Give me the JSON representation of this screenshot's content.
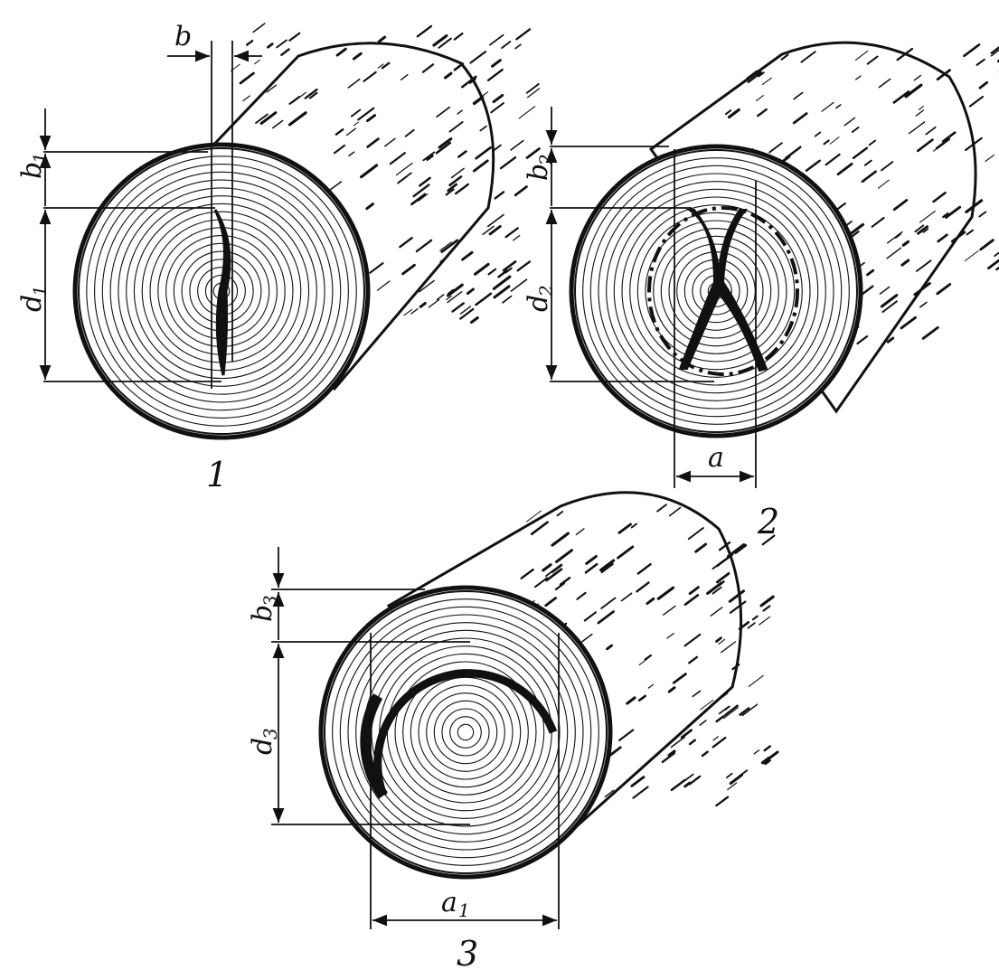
{
  "figures": [
    {
      "id": "1",
      "number": "1",
      "labels": {
        "top": "b",
        "upper": "b",
        "upper_sub": "1",
        "lower": "d",
        "lower_sub": "1"
      }
    },
    {
      "id": "2",
      "number": "2",
      "labels": {
        "upper": "b",
        "upper_sub": "2",
        "lower": "d",
        "lower_sub": "2",
        "bottom": "a"
      }
    },
    {
      "id": "3",
      "number": "3",
      "labels": {
        "upper": "b",
        "upper_sub": "3",
        "lower": "d",
        "lower_sub": "3",
        "bottom": "a",
        "bottom_sub": "1"
      }
    }
  ],
  "colors": {
    "ink": "#111111",
    "paper": "#ffffff"
  }
}
